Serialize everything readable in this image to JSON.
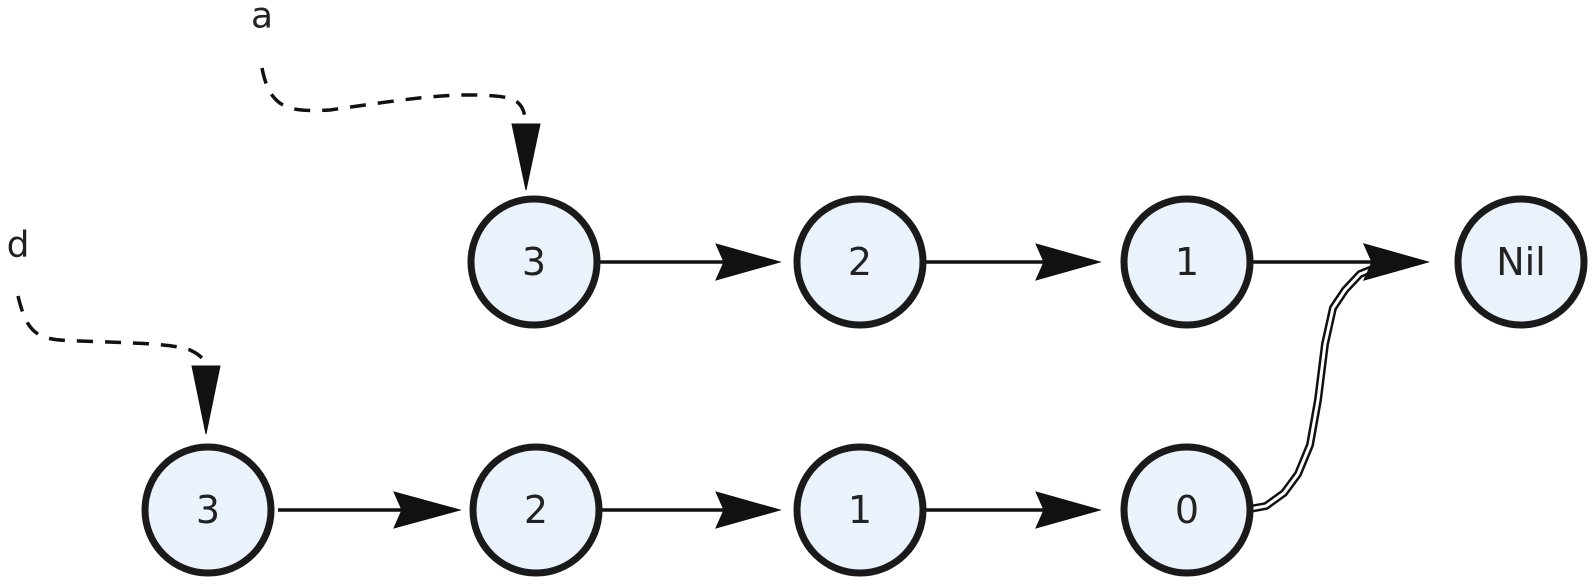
{
  "variables": {
    "a": "a",
    "d": "d"
  },
  "list_a": {
    "nodes": [
      "3",
      "2",
      "1"
    ]
  },
  "list_d": {
    "nodes": [
      "3",
      "2",
      "1",
      "0"
    ]
  },
  "nil": "Nil",
  "colors": {
    "node_fill": "#eaf3fb",
    "stroke": "#1a1a1a"
  }
}
